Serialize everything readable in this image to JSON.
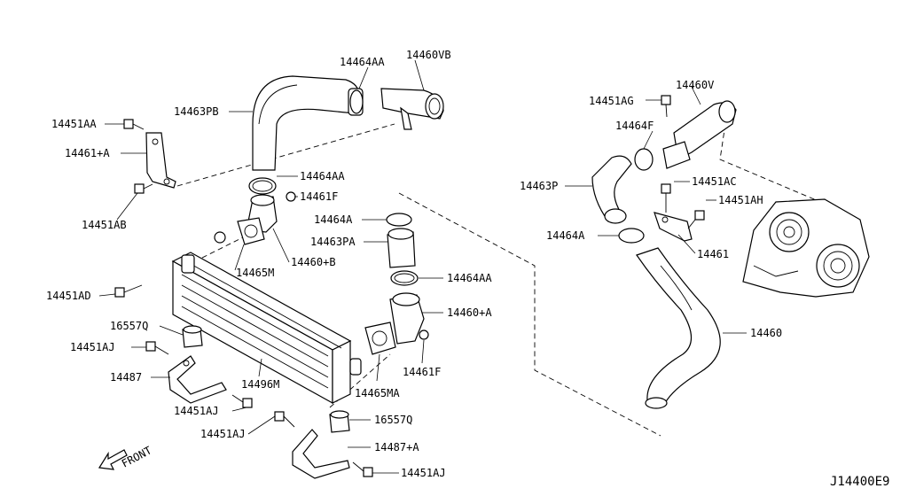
{
  "diagram": {
    "code": "J14400E9",
    "direction_label": "FRONT",
    "callouts": [
      "14460VB",
      "14464AA",
      "14463PB",
      "14451AA",
      "14461+A",
      "14451AB",
      "14464AA",
      "14461F",
      "14464A",
      "14463PA",
      "14460+B",
      "14465M",
      "14464AA",
      "14451AD",
      "14460+A",
      "16557Q",
      "14451AJ",
      "14487",
      "14496M",
      "14461F",
      "14465MA",
      "14451AJ",
      "14451AJ",
      "16557Q",
      "14487+A",
      "14451AJ",
      "14460V",
      "14451AG",
      "14464F",
      "14463P",
      "14451AC",
      "14451AH",
      "14464A",
      "14461",
      "14460"
    ]
  }
}
